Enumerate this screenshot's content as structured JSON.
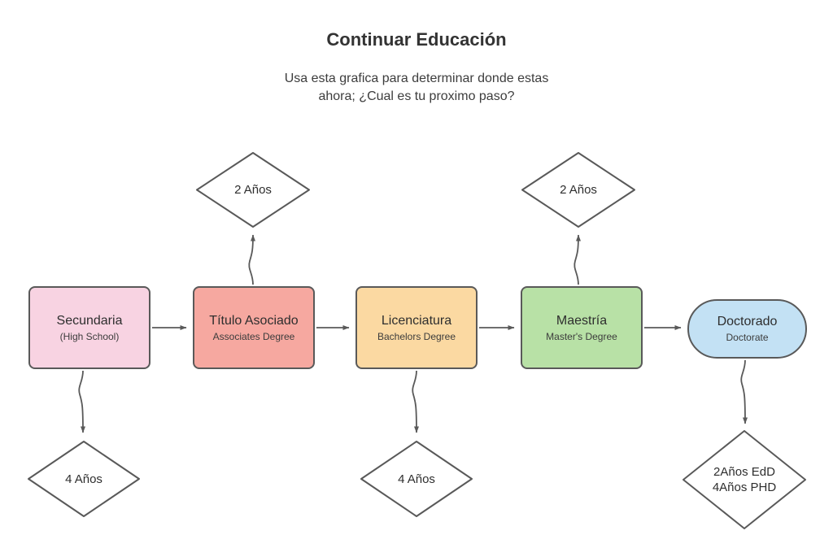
{
  "header": {
    "title": "Continuar Educación",
    "subtitle_line1": "Usa esta grafica para determinar donde estas",
    "subtitle_line2": "ahora; ¿Cual es tu proximo paso?"
  },
  "nodes": {
    "secundaria": {
      "label": "Secundaria",
      "sublabel": "(High School)",
      "fill": "#f8d3e2"
    },
    "titulo_asociado": {
      "label": "Título Asociado",
      "sublabel": "Associates Degree",
      "fill": "#f6a8a0"
    },
    "licenciatura": {
      "label": "Licenciatura",
      "sublabel": "Bachelors Degree",
      "fill": "#fbd9a2"
    },
    "maestria": {
      "label": "Maestría",
      "sublabel": "Master's Degree",
      "fill": "#b8e1a6"
    },
    "doctorado": {
      "label": "Doctorado",
      "sublabel": "Doctorate",
      "fill": "#c3e1f4"
    }
  },
  "diamonds": {
    "two_anos_top_left": {
      "label": "2 Años"
    },
    "two_anos_top_right": {
      "label": "2 Años"
    },
    "four_anos_bottom_left": {
      "label": "4 Años"
    },
    "four_anos_bottom_center": {
      "label": "4 Años"
    },
    "edd_phd": {
      "line1": "2Años EdD",
      "line2": "4Años PHD"
    }
  },
  "colors": {
    "stroke": "#595959",
    "diamond_fill": "#ffffff",
    "text": "#2e2e2e"
  }
}
